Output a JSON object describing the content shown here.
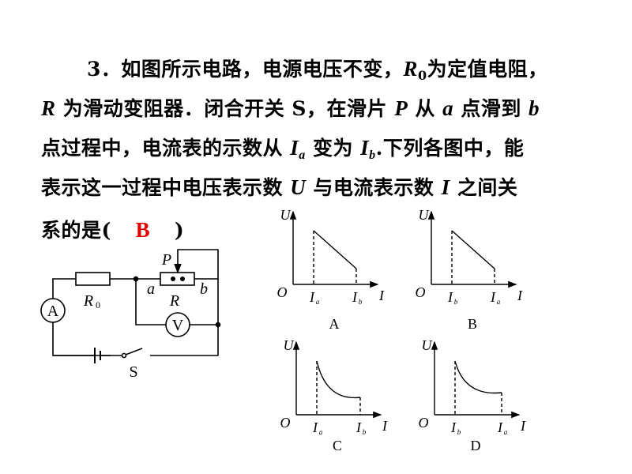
{
  "question": {
    "number": "3．",
    "line1": {
      "a": "如图所示电路，电源电压不变，",
      "var": "R",
      "sub": "0",
      "b": "为定值电阻，"
    },
    "line2": {
      "var1": "R",
      "a": " 为滑动变阻器．闭合开关 S，在滑片 ",
      "var2": "P",
      "b": " 从 ",
      "var3": "a",
      "c": " 点滑到 ",
      "var4": "b"
    },
    "line3": {
      "a": "点过程中，电流表的示数从 ",
      "var1": "I",
      "sub1": "a",
      "b": " 变为 ",
      "var2": "I",
      "sub2": "b",
      "c": ".下列各图中，能"
    },
    "line4": {
      "a": "表示这一过程中电压表示数 ",
      "var1": "U",
      "b": " 与电流表示数 ",
      "var2": "I",
      "c": " 之间关"
    },
    "line5": {
      "a": "系的是(",
      "answer": "B",
      "b": ")"
    }
  },
  "circuit": {
    "P": "P",
    "a": "a",
    "b": "b",
    "R": "R",
    "R0": "R",
    "R0_sub": "0",
    "ammeter": "A",
    "voltmeter": "V",
    "switch": "S"
  },
  "graphs": [
    {
      "option": "A",
      "y_axis": "U",
      "x_axis": "I",
      "origin": "O",
      "left_tick": "I",
      "left_sub": "a",
      "right_tick": "I",
      "right_sub": "b",
      "shape": "line"
    },
    {
      "option": "B",
      "y_axis": "U",
      "x_axis": "I",
      "origin": "O",
      "left_tick": "I",
      "left_sub": "b",
      "right_tick": "I",
      "right_sub": "a",
      "shape": "line"
    },
    {
      "option": "C",
      "y_axis": "U",
      "x_axis": "I",
      "origin": "O",
      "left_tick": "I",
      "left_sub": "a",
      "right_tick": "I",
      "right_sub": "b",
      "shape": "curve"
    },
    {
      "option": "D",
      "y_axis": "U",
      "x_axis": "I",
      "origin": "O",
      "left_tick": "I",
      "left_sub": "b",
      "right_tick": "I",
      "right_sub": "a",
      "shape": "curve"
    }
  ],
  "colors": {
    "answer": "#e00000",
    "text": "#000000"
  }
}
